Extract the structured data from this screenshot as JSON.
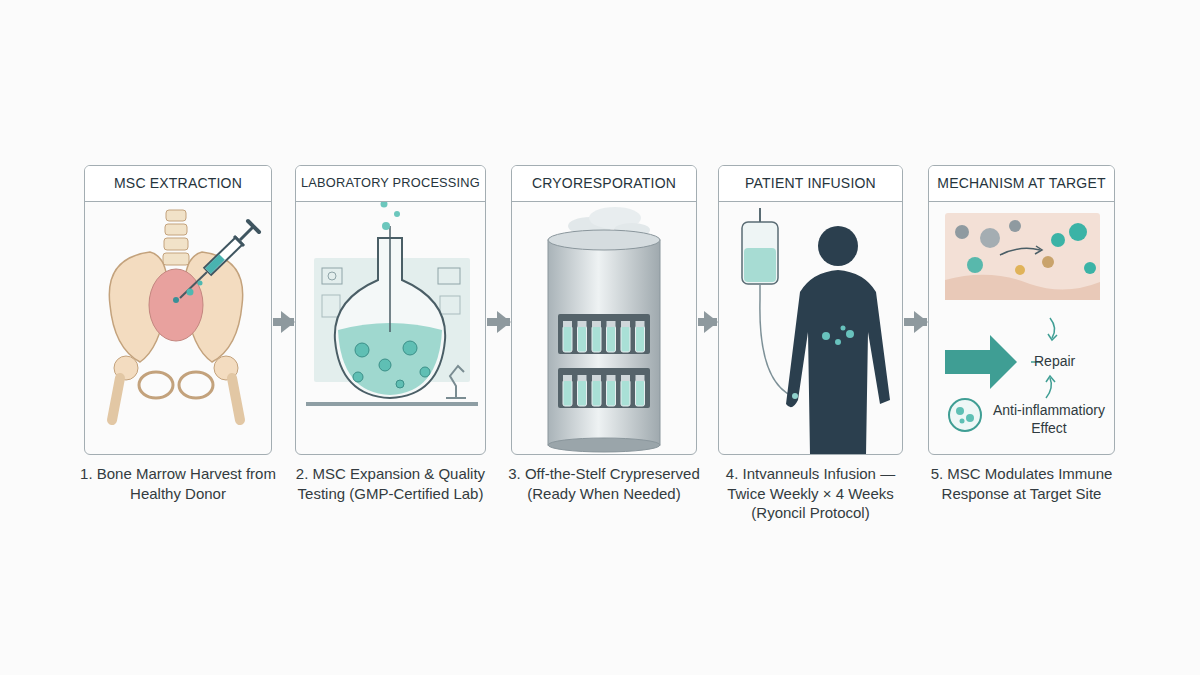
{
  "diagram": {
    "nodes": [
      {
        "text": [
          "MSC EXTRACTION",
          "1. Bone Marrow Harvest from Healthy Donor"
        ]
      },
      {
        "text": [
          "LABORATORY PROCESSING",
          "2. MSC Expansion & Quality Testing (GMP-Certified Lab)"
        ]
      },
      {
        "text": [
          "CRYORESPORATION",
          "3. Off-the-Stelf Crypreserved (Ready When Needed)"
        ]
      },
      {
        "text": [
          "PATIENT INFUSION",
          "4. Intvanneuls Infusion — Twice Weekly × 4 Weeks (Ryoncil Protocol)"
        ]
      },
      {
        "text": [
          "MECHANISM AT TARGET",
          "5. MSC Modulates Immune Response at Target Site"
        ]
      }
    ],
    "edges": [
      {
        "from": 0,
        "to": 1,
        "arrow": "to"
      },
      {
        "from": 1,
        "to": 2,
        "arrow": "to"
      },
      {
        "from": 2,
        "to": 3,
        "arrow": "to"
      },
      {
        "from": 3,
        "to": 4,
        "arrow": "to"
      }
    ],
    "labels": [
      "Repair",
      "Anti-inflammatiory Effect"
    ]
  }
}
